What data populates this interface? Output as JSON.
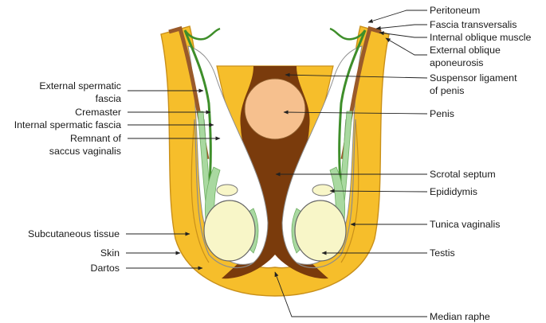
{
  "labels": {
    "peritoneum": "Peritoneum",
    "fascia_transversalis": "Fascia transversalis",
    "internal_oblique": "Internal oblique muscle",
    "external_oblique_1": "External oblique",
    "external_oblique_2": "aponeurosis",
    "suspensor_1": "Suspensor ligament",
    "suspensor_2": "of penis",
    "penis": "Penis",
    "scrotal_septum": "Scrotal septum",
    "epididymis": "Epididymis",
    "tunica_vaginalis": "Tunica vaginalis",
    "testis": "Testis",
    "median_raphe": "Median raphe",
    "external_spermatic_1": "External spermatic",
    "external_spermatic_2": "fascia",
    "cremaster": "Cremaster",
    "internal_spermatic": "Internal spermatic fascia",
    "remnant_1": "Remnant of",
    "remnant_2": "saccus vaginalis",
    "subcutaneous": "Subcutaneous tissue",
    "skin": "Skin",
    "dartos": "Dartos"
  },
  "colors": {
    "skin": "#F6BE2B",
    "skin_outline": "#C9901A",
    "dartos": "#7A3B0C",
    "penis": "#F6C08E",
    "testis": "#F8F6C8",
    "muscle_green": "#A9D9A0",
    "peritoneum_green": "#3E8E2A",
    "fascia_brown": "#9A5A2A",
    "fascia_grey": "#8C8C8C"
  }
}
